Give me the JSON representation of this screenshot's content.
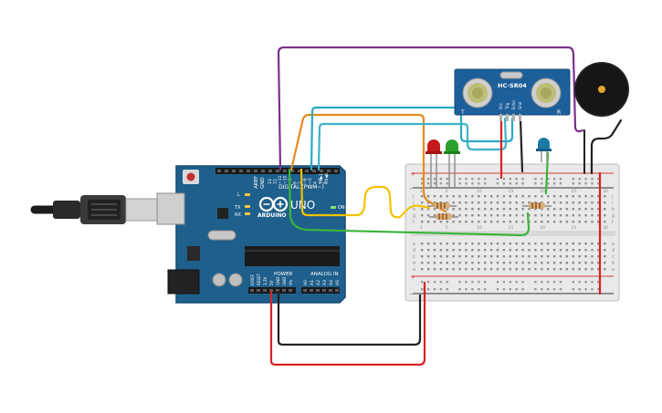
{
  "arduino": {
    "digital_label": "DIGITAL (PWM~)",
    "brand": "ARDUINO",
    "model": "UNO",
    "power_label": "POWER",
    "analog_label": "ANALOG IN",
    "on_label": "ON",
    "l_label": "L",
    "tx_label": "TX",
    "rx_label": "RX",
    "tx_pin_label": "TX▶1",
    "rx_pin_label": "RX◀0",
    "aref_label": "AREF",
    "gnd_label": "GND",
    "digital_pins": [
      "13",
      "12",
      "~11",
      "~10",
      "~9",
      "8",
      "7",
      "~6",
      "~5",
      "4",
      "~3",
      "2"
    ],
    "power_pins": [
      "IOREF",
      "RESET",
      "3.3V",
      "5V",
      "GND",
      "GND",
      "Vin"
    ],
    "analog_pins": [
      "A0",
      "A1",
      "A2",
      "A3",
      "A4",
      "A5"
    ]
  },
  "sensor": {
    "model": "HC-SR04",
    "left_mark": "T",
    "right_mark": "R",
    "pins": [
      "Vcc",
      "Trig",
      "Echo",
      "Gnd"
    ]
  },
  "breadboard": {
    "row_letters_top": [
      "a",
      "b",
      "c",
      "d",
      "e"
    ],
    "row_letters_bottom": [
      "f",
      "g",
      "h",
      "i",
      "j"
    ],
    "rail_plus": "+",
    "rail_minus": "-",
    "column_numbers": [
      "1",
      "5",
      "10",
      "15",
      "20",
      "25",
      "30"
    ]
  },
  "colors": {
    "board_blue": "#1f5f8b",
    "wire_purple": "#7b2f8c",
    "wire_orange": "#e58a1f",
    "wire_cyan": "#2aa8c4",
    "wire_teal": "#3db3c7",
    "wire_yellow": "#f2c200",
    "wire_green": "#3ab53a",
    "wire_red": "#d62424",
    "wire_black": "#222222",
    "led_red": "#c41a1a",
    "led_green": "#2ca02c",
    "led_blue": "#1c7aa8"
  }
}
